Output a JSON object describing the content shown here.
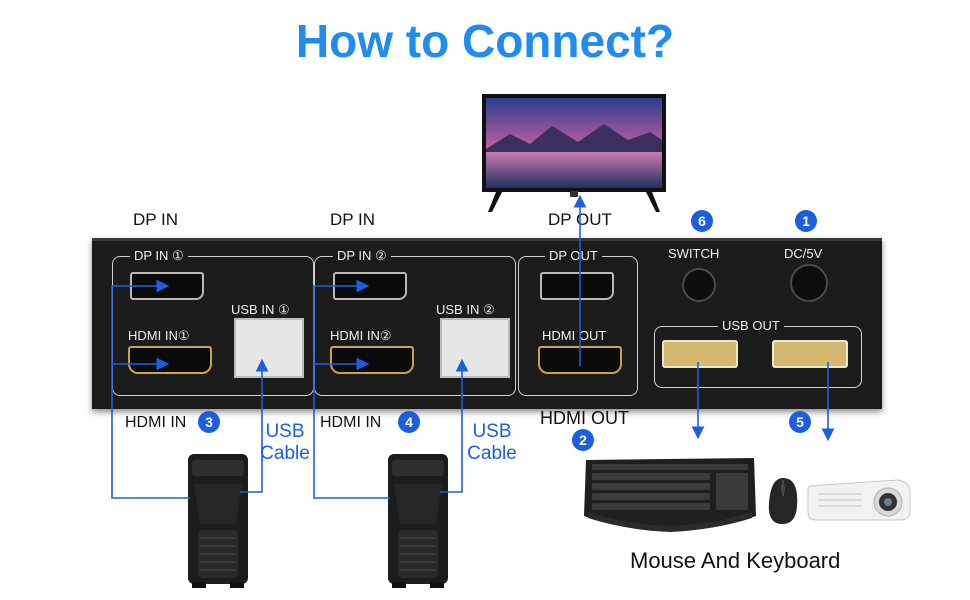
{
  "title": "How to Connect?",
  "colors": {
    "title": "#1e8cf0",
    "badge": "#1b5ee0",
    "arrow": "#1b5ee0",
    "panel": "#1b1b1b"
  },
  "top_labels": {
    "dp_in_1": "DP IN",
    "dp_in_2": "DP IN",
    "dp_out": "DP OUT"
  },
  "panel": {
    "dp_in_1": "DP IN ①",
    "dp_in_2": "DP IN ②",
    "hdmi_in_1": "HDMI IN①",
    "hdmi_in_2": "HDMI IN②",
    "usb_in_1": "USB IN ①",
    "usb_in_2": "USB IN ②",
    "dp_out": "DP OUT",
    "hdmi_out": "HDMI OUT",
    "switch": "SWITCH",
    "dc": "DC/5V",
    "usb_out": "USB OUT"
  },
  "bottom_labels": {
    "hdmi_in_1": "HDMI IN",
    "hdmi_in_2": "HDMI IN",
    "hdmi_out": "HDMI OUT"
  },
  "usb_cable": {
    "line1": "USB",
    "line2": "Cable"
  },
  "badges": {
    "b1": "1",
    "b2": "2",
    "b3": "3",
    "b4": "4",
    "b5": "5",
    "b6": "6"
  },
  "caption": "Mouse And Keyboard",
  "icons": [
    "monitor-icon",
    "pc-tower-icon",
    "keyboard-icon",
    "mouse-icon",
    "projector-icon"
  ]
}
